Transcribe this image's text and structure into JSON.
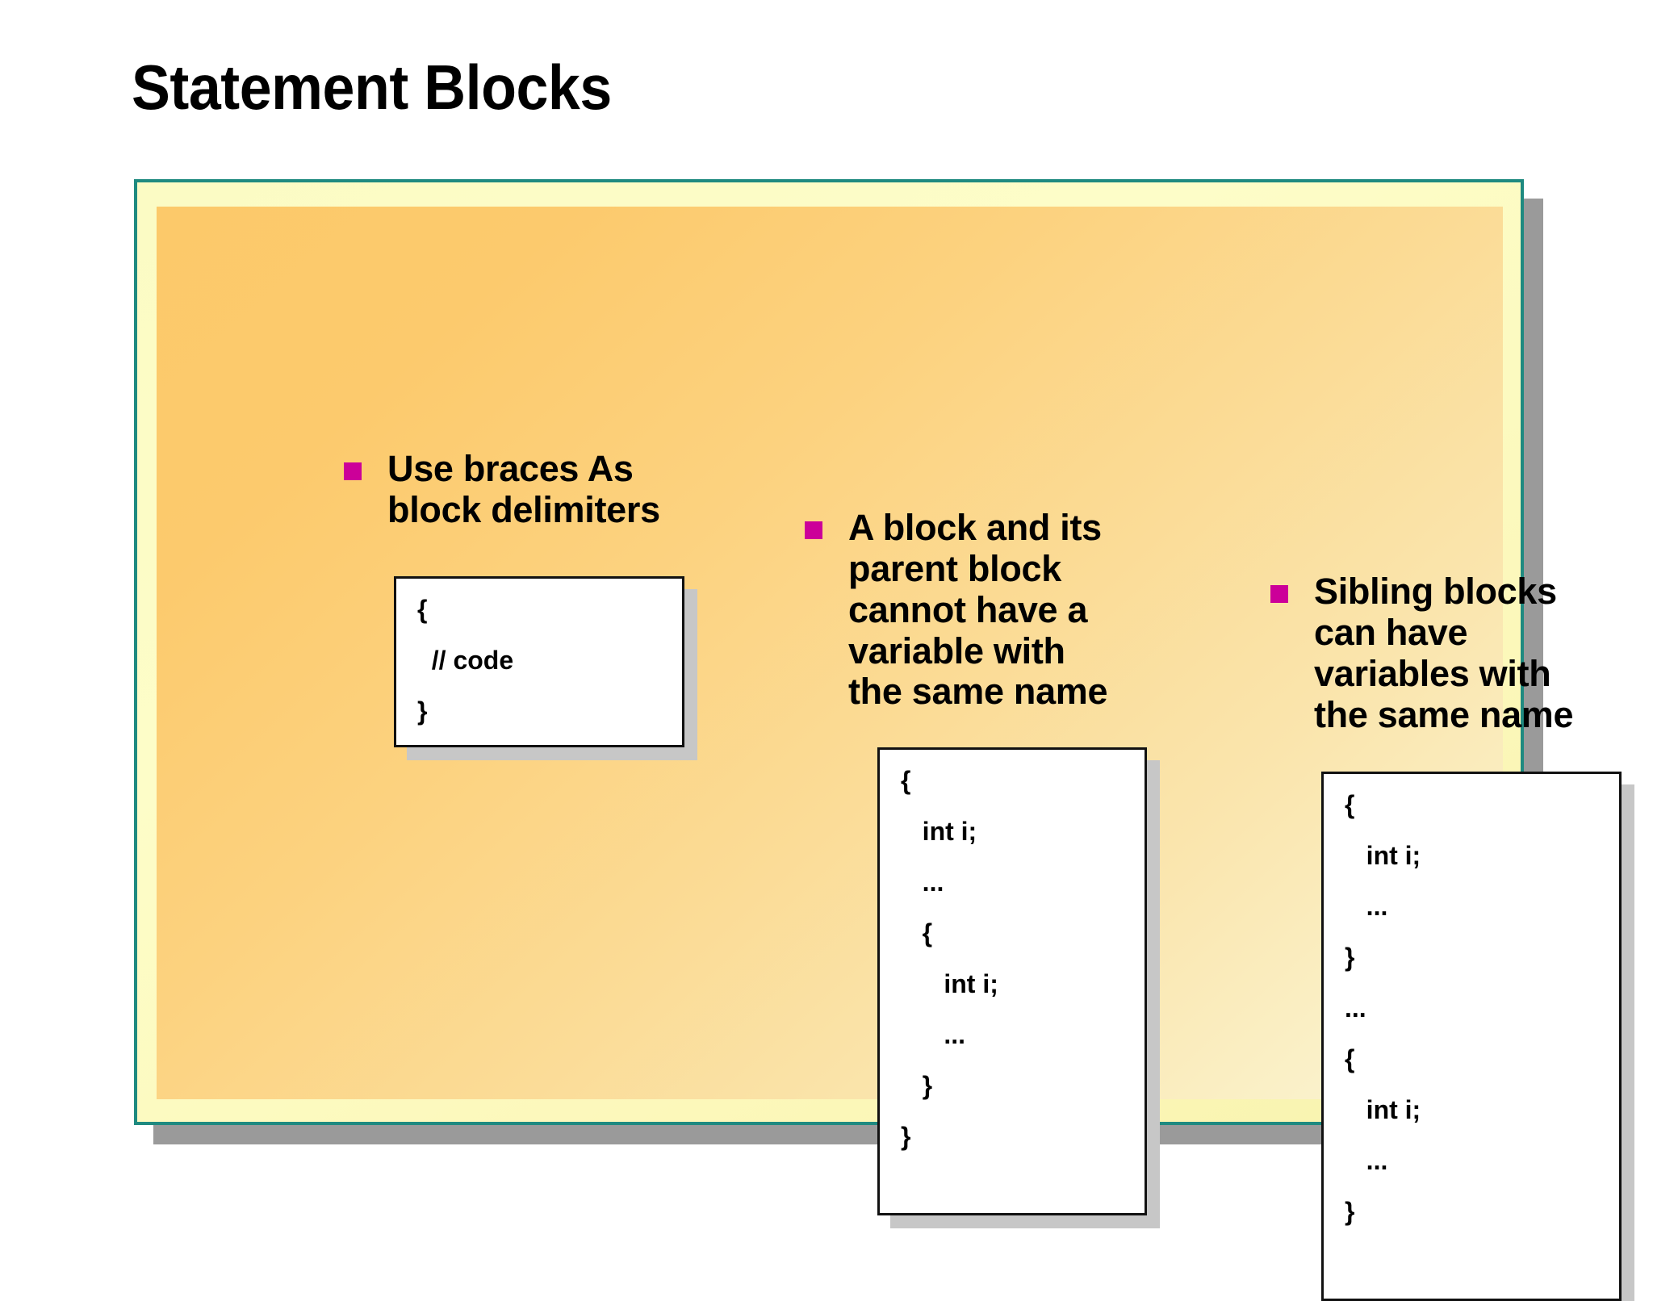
{
  "slide": {
    "title": "Statement Blocks",
    "theme": {
      "border_color": "#1f8a80",
      "bullet_color": "#cc0099",
      "panel_gradient_start": "#fcc96a",
      "panel_gradient_end": "#fbf6d8",
      "frame_background": "#fdfdc8",
      "shadow_color": "#9a9a9a",
      "code_box_background": "#ffffff",
      "code_box_border": "#111111",
      "code_box_shadow": "#c7c7c7",
      "text_color": "#000000"
    }
  },
  "columns": [
    {
      "bullet": "Use braces  As\nblock delimiters",
      "code_lines": [
        {
          "text": "{",
          "gap": true
        },
        {
          "text": "  // code",
          "gap": true
        },
        {
          "text": "}",
          "gap": false
        }
      ]
    },
    {
      "bullet": "A block and its\nparent block\ncannot have a\nvariable with\nthe same name",
      "code_lines": [
        {
          "text": "{",
          "gap": true
        },
        {
          "text": "   int i;",
          "gap": true
        },
        {
          "text": "   ...",
          "gap": true
        },
        {
          "text": "   {",
          "gap": true
        },
        {
          "text": "      int i;",
          "gap": true
        },
        {
          "text": "      ...",
          "gap": true
        },
        {
          "text": "   }",
          "gap": true
        },
        {
          "text": "}",
          "gap": false
        }
      ]
    },
    {
      "bullet": "Sibling blocks\ncan have\nvariables with\nthe same name",
      "code_lines": [
        {
          "text": "{",
          "gap": true
        },
        {
          "text": "   int i;",
          "gap": true
        },
        {
          "text": "   ...",
          "gap": true
        },
        {
          "text": "}",
          "gap": true
        },
        {
          "text": "...",
          "gap": true
        },
        {
          "text": "{",
          "gap": true
        },
        {
          "text": "   int i;",
          "gap": true
        },
        {
          "text": "   ...",
          "gap": true
        },
        {
          "text": "}",
          "gap": false
        }
      ]
    }
  ]
}
